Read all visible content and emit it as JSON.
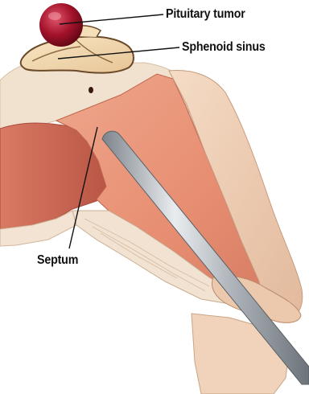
{
  "labels": {
    "pituitary_tumor": "Pituitary tumor",
    "sphenoid_sinus": "Sphenoid sinus",
    "septum": "Septum"
  },
  "colors": {
    "tumor": "#a3122a",
    "sinus_fill": "#f2d9b0",
    "sinus_outline": "#6b4a2a",
    "septum_tissue": "#e8967a",
    "dark_tissue": "#c76451",
    "bone": "#f3e3d3",
    "skin": "#ecc9ac",
    "instrument": "#b7bcc1",
    "leader_line": "#111111"
  }
}
